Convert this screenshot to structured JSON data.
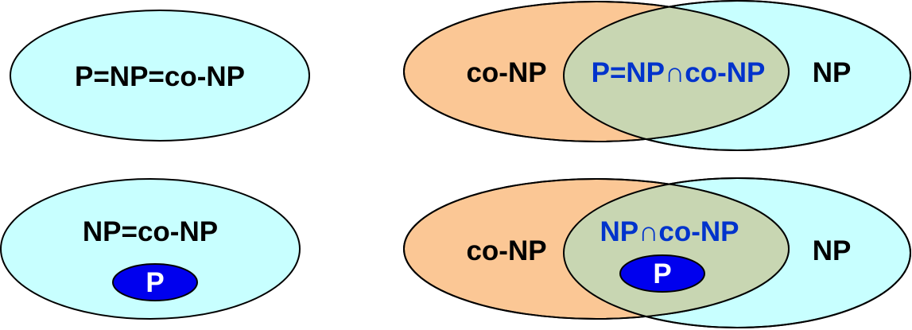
{
  "colors": {
    "cyan_fill": "#c8ffff",
    "orange_fill": "#fbc795",
    "overlap_fill": "#c8d6b2",
    "p_fill": "#0000ee",
    "outline": "#000000",
    "dark_label": "#000000",
    "blue_label": "#0033cc",
    "white_label": "#ffffff"
  },
  "panel_a": {
    "label": "P=NP=co-NP"
  },
  "panel_b": {
    "left_label": "co-NP",
    "intersection_label": "P=NP∩co-NP",
    "right_label": "NP"
  },
  "panel_c": {
    "outer_label": "NP=co-NP",
    "inner_label": "P"
  },
  "panel_d": {
    "left_label": "co-NP",
    "intersection_label": "NP∩co-NP",
    "inner_label": "P",
    "right_label": "NP"
  }
}
